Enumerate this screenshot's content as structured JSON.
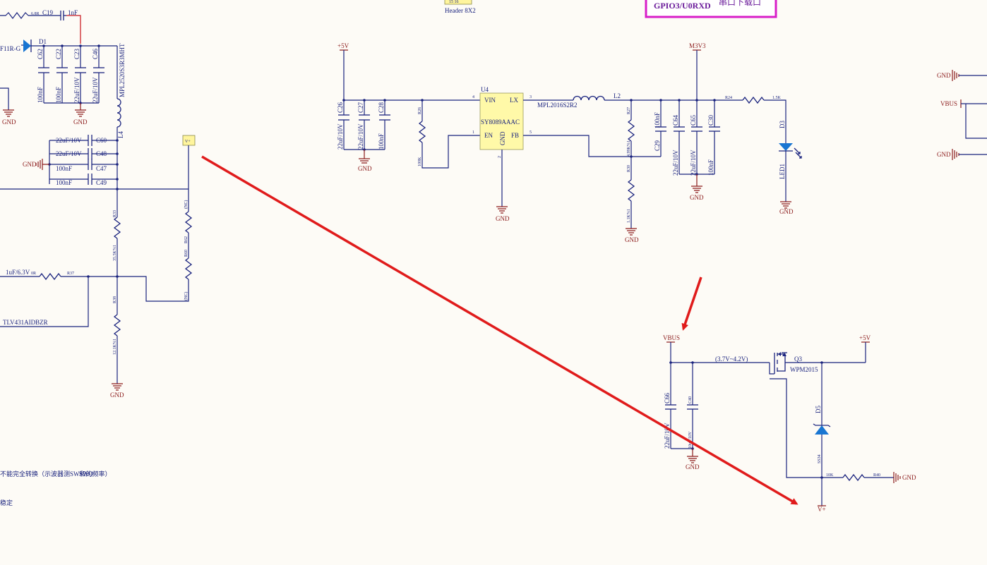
{
  "header": {
    "pins": "15  16",
    "connector": "Header 8X2",
    "uart_net": "GPIO3/U0RXD",
    "uart_note": "串口下载口"
  },
  "nets": {
    "p5v": "+5V",
    "m3v3": "M3V3",
    "vbus": "VBUS",
    "gnd": "GND",
    "vplus": "V+",
    "battery_range": "(3.7V~4.2V)"
  },
  "left": {
    "r_top_val": "6.8R",
    "c19": "C19",
    "c19_val": "1nF",
    "d1": "D1",
    "d1_part": "F11R-G",
    "c62": "C62",
    "c22": "C22",
    "c23": "C23",
    "c46": "C46",
    "c62_val": "100nF",
    "c22_val": "100nF",
    "c23_val": "22uF/10V",
    "c46_val": "22uF/10V",
    "l4": "L4",
    "l4_part": "MPL2520S3R3MHT",
    "c60": "C60",
    "c48": "C48",
    "c47": "C47",
    "c49": "C49",
    "c60_val": "22uF/10V",
    "c48_val": "22uF/10V",
    "c47_val": "100nF",
    "c49_val": "100nF",
    "r33": "R33",
    "r33_val": "35.5K%1",
    "r38": "R38",
    "r38_val": "12.1K%1",
    "r37": "R37",
    "r37_val": "0R",
    "cap_1u": "1uF/6.3V",
    "tlv": "TLV431AIDBZR",
    "r62": "R62",
    "r62_val": "(NC)",
    "r60": "R60",
    "r60_val": "(NC)",
    "note1": "不能完全转换（示波器测SW和的频率）",
    "note1_overlap": "SWO",
    "note2": "稳定"
  },
  "buck": {
    "u4": "U4",
    "part": "SY8089AAAC",
    "vin": "VIN",
    "lx": "LX",
    "en": "EN",
    "fb": "FB",
    "gnd_pin": "GND",
    "pin4": "4",
    "pin3": "3",
    "pin1": "1",
    "pin5": "5",
    "pin2": "2",
    "l2": "L2",
    "l2_part": "MPL2016S2R2",
    "c26": "C26",
    "c27": "C27",
    "c28": "C28",
    "c26_val": "22uF/10V",
    "c27_val": "22uF/10V",
    "c28_val": "100nF",
    "r26": "R26",
    "r26_val": "100K",
    "r27": "R27",
    "r27_val": "4.99K%1",
    "r30": "R30",
    "r30_val": "1.1K%1",
    "c29": "C29",
    "c29_val": "100nF",
    "c64": "C64",
    "c65": "C65",
    "c30": "C30",
    "c64_val": "22uF/10V",
    "c65_val": "22uF/10V",
    "c30_val": "100nF",
    "r24": "R24",
    "r24_val": "1.5K",
    "d3": "D3",
    "led1": "LED1"
  },
  "power_sw": {
    "c66": "C66",
    "c66_val": "22uF/10V",
    "c40": "C40",
    "c40_val": "10uF/10V",
    "q3": "Q3",
    "q3_part": "WPM2015",
    "d5": "D5",
    "d5_part": "SS34",
    "r40": "R40",
    "r40_val": "10K"
  }
}
